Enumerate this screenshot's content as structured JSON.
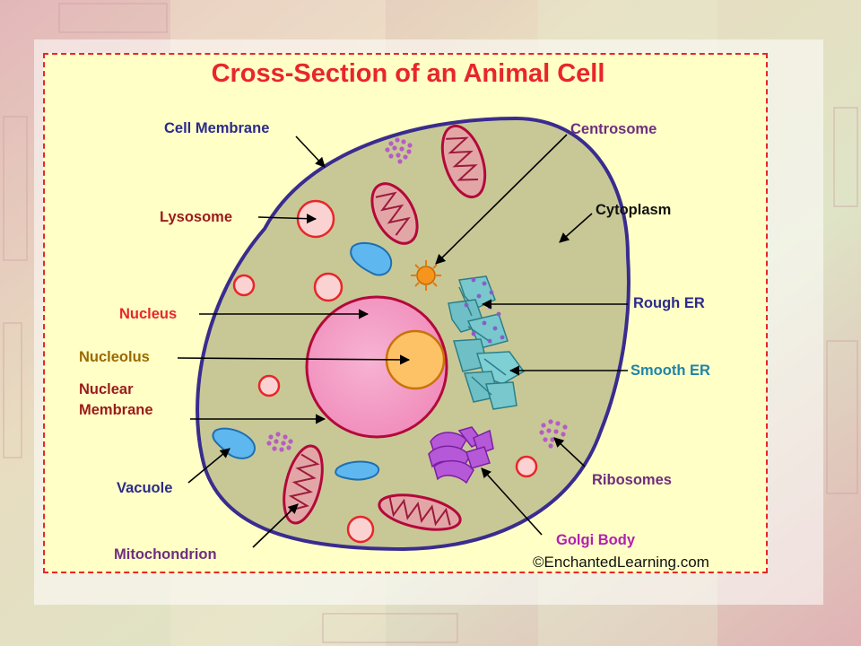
{
  "title": "Cross-Section of an Animal Cell",
  "credit": "©EnchantedLearning.com",
  "labels": {
    "cell_membrane": "Cell Membrane",
    "centrosome": "Centrosome",
    "lysosome": "Lysosome",
    "cytoplasm": "Cytoplasm",
    "nucleus": "Nucleus",
    "rough_er": "Rough ER",
    "nucleolus": "Nucleolus",
    "smooth_er": "Smooth ER",
    "nuclear_membrane_1": "Nuclear",
    "nuclear_membrane_2": "Membrane",
    "ribosomes": "Ribosomes",
    "vacuole": "Vacuole",
    "golgi_body": "Golgi Body",
    "mitochondrion": "Mitochondrion"
  },
  "colors": {
    "title": "#e8262a",
    "card_border": "#e8262a",
    "card_fill": "#ffffc6",
    "cytoplasm": "#c8c896",
    "cell_membrane": "#3a2c8e",
    "nucleus": "#f49ac3",
    "nuclear_membrane": "#b3093b",
    "nucleolus": "#fdc265",
    "label_navy": "#2b2b8c",
    "label_purple": "#6f2f7e",
    "label_maroon": "#9b1b1b",
    "label_red": "#e8262a",
    "label_gold": "#9a6a00",
    "label_teal": "#1f84a8",
    "label_magenta": "#b31fb3",
    "label_black": "#111111"
  }
}
